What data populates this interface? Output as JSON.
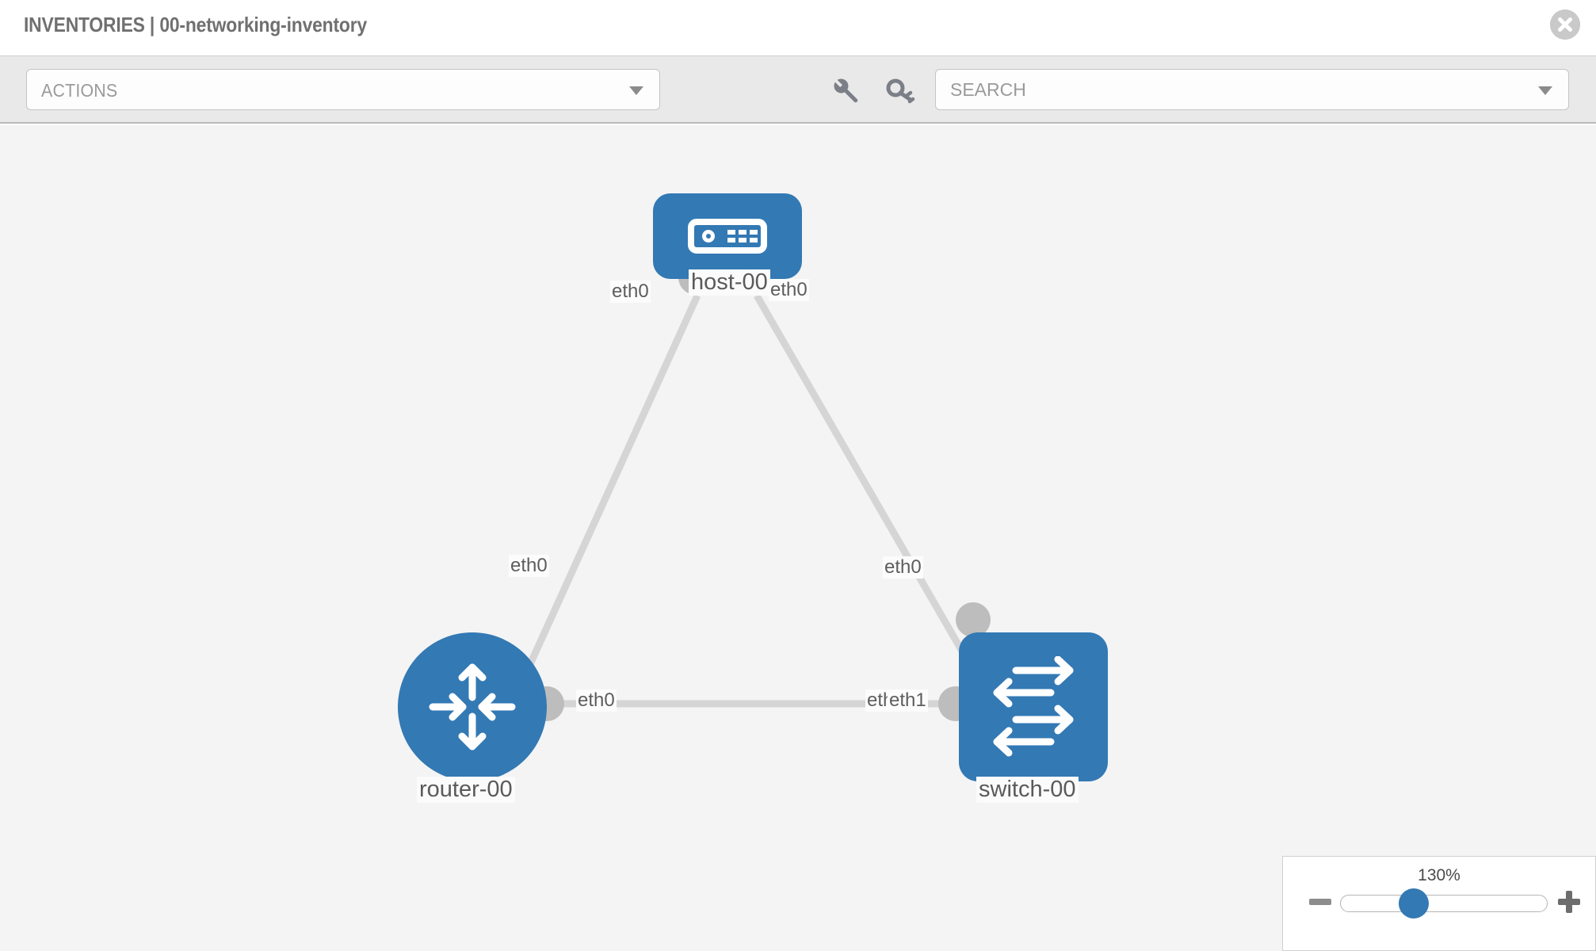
{
  "header": {
    "title": "INVENTORIES | 00-networking-inventory",
    "close_icon": "close-circle-icon"
  },
  "toolbar": {
    "actions_label": "ACTIONS",
    "actions_caret_icon": "chevron-down-icon",
    "wrench_icon": "wrench-icon",
    "key_icon": "key-icon",
    "search_placeholder": "SEARCH",
    "search_value": "",
    "search_caret_icon": "chevron-down-icon"
  },
  "topology": {
    "accent_color": "#3379b4",
    "port_color": "#bdbdbd",
    "link_color": "#d5d5d5",
    "canvas_color": "#f4f4f4",
    "nodes": [
      {
        "id": "host-00",
        "label": "host-00",
        "type": "host",
        "icon": "server-icon"
      },
      {
        "id": "router-00",
        "label": "router-00",
        "type": "router",
        "icon": "router-arrows-icon"
      },
      {
        "id": "switch-00",
        "label": "switch-00",
        "type": "switch",
        "icon": "switch-arrows-icon"
      }
    ],
    "links": [
      {
        "from": "host-00",
        "from_port": "eth0",
        "to": "router-00",
        "to_port": "eth0"
      },
      {
        "from": "host-00",
        "from_port": "eth0",
        "to": "switch-00",
        "to_port": "eth0"
      },
      {
        "from": "router-00",
        "from_port": "eth0",
        "to": "switch-00",
        "to_port": "eth1"
      }
    ],
    "port_labels": {
      "host_left": "eth0",
      "host_right": "eth0",
      "router_upper": "eth0",
      "switch_upper": "eth0",
      "router_right": "eth0",
      "switch_left_occluded": "eth",
      "switch_left": "eth1"
    }
  },
  "zoom_control": {
    "level": "130%",
    "minus_icon": "minus-icon",
    "plus_icon": "plus-icon",
    "thumb_icon": "slider-thumb"
  }
}
